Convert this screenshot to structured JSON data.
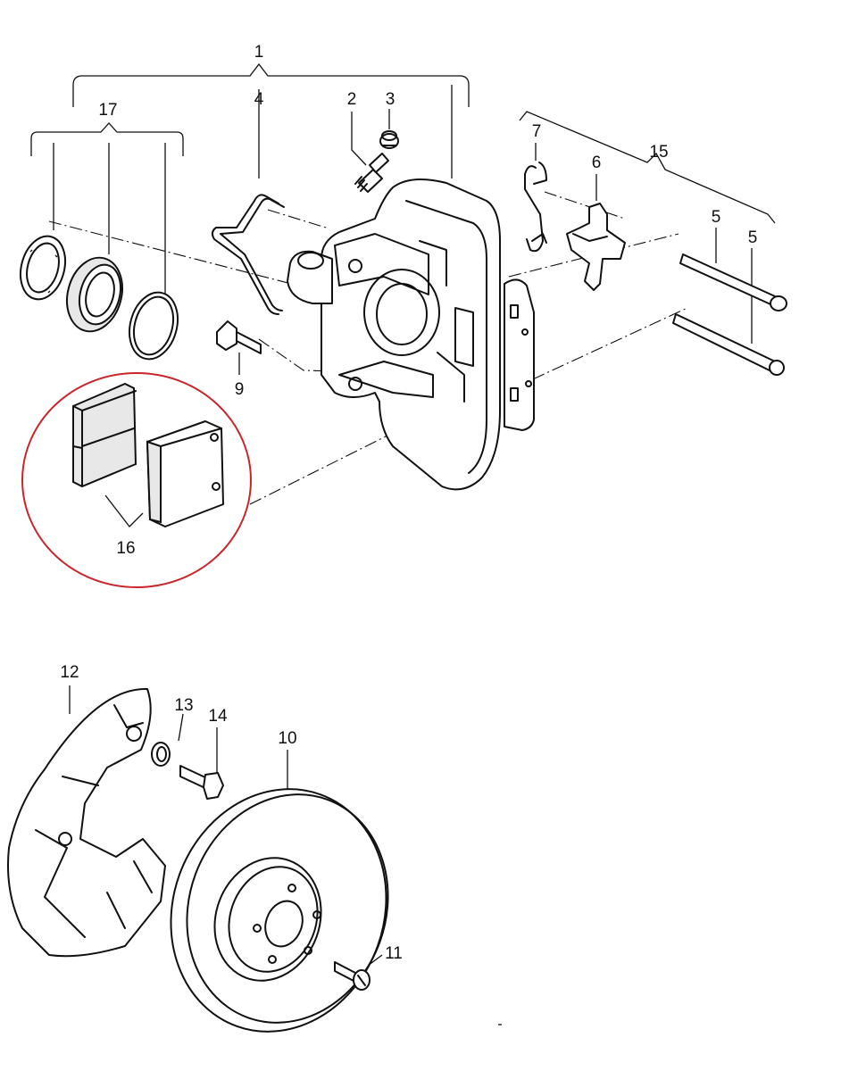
{
  "callouts": {
    "c1": "1",
    "c2": "2",
    "c3": "3",
    "c4": "4",
    "c5a": "5",
    "c5b": "5",
    "c6": "6",
    "c7": "7",
    "c9": "9",
    "c10": "10",
    "c11": "11",
    "c12": "12",
    "c13": "13",
    "c14": "14",
    "c15": "15",
    "c16": "16",
    "c17": "17"
  },
  "colors": {
    "ink": "#111111",
    "highlight_circle": "#c8262b",
    "background": "#ffffff"
  }
}
